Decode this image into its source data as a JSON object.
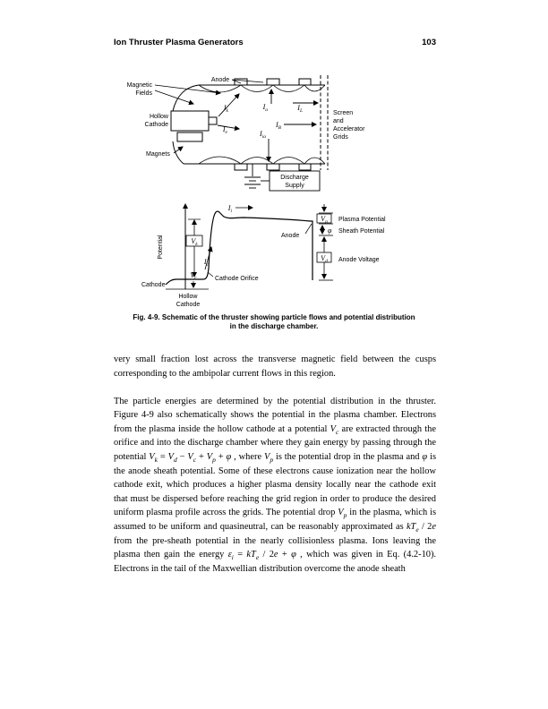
{
  "page": {
    "header": {
      "title": "Ion Thruster Plasma Generators",
      "page_number": "103"
    }
  },
  "figure": {
    "schematic": {
      "magnetic_fields": {
        "line1": "Magnetic",
        "line2": "Fields"
      },
      "anode": "Anode",
      "hollow_cathode": {
        "line1": "Hollow",
        "line2": "Cathode"
      },
      "magnets": "Magnets",
      "grids": {
        "line1": "Screen",
        "line2": "and",
        "line3": "Accelerator",
        "line4": "Grids"
      },
      "discharge_supply": {
        "line1": "Discharge",
        "line2": "Supply"
      },
      "currents": {
        "Ik": {
          "b": "I",
          "s": "k"
        },
        "Ia": {
          "b": "I",
          "s": "a"
        },
        "IL": {
          "b": "I",
          "s": "L"
        },
        "Ie": {
          "b": "I",
          "s": "e"
        },
        "Iia": {
          "b": "I",
          "s": "ia"
        },
        "IB": {
          "b": "I",
          "s": "B"
        }
      }
    },
    "plot": {
      "axis_label": "Potential",
      "cathode": "Cathode",
      "hollow_cathode": {
        "line1": "Hollow",
        "line2": "Cathode"
      },
      "cathode_orifice": "Cathode Orifice",
      "anode": "Anode",
      "Vk": {
        "b": "V",
        "s": "k"
      },
      "Vc": {
        "b": "V",
        "s": "c"
      },
      "Ic": {
        "b": "I",
        "s": "c"
      },
      "Ii": {
        "b": "I",
        "s": "i"
      },
      "Vp": {
        "b": "V",
        "s": "p"
      },
      "phi": "φ",
      "Vd": {
        "b": "V",
        "s": "d"
      },
      "plasma_potential": "Plasma Potential",
      "sheath_potential": "Sheath Potential",
      "anode_voltage": "Anode Voltage"
    },
    "caption": {
      "line1": "Fig. 4-9. Schematic of the thruster showing particle flows and potential distribution",
      "line2": "in the discharge chamber."
    }
  },
  "body": {
    "para1": "very small fraction lost across the transverse magnetic field between the cusps corresponding to the ambipolar current flows in this region.",
    "para2": [
      {
        "t": "The particle energies are determined by the potential distribution in the thruster. Figure 4-9 also schematically shows the potential in the plasma chamber. Electrons from the plasma inside the hollow cathode at a potential "
      },
      {
        "i": "V",
        "s": "c"
      },
      {
        "t": " are extracted through the orifice and into the discharge chamber where they gain energy by passing through the potential "
      },
      {
        "i": "V",
        "s": "k"
      },
      {
        "t": " = "
      },
      {
        "i": "V",
        "s": "d"
      },
      {
        "t": " − "
      },
      {
        "i": "V",
        "s": "c"
      },
      {
        "t": " + "
      },
      {
        "i": "V",
        "s": "p"
      },
      {
        "t": " + "
      },
      {
        "i": "φ"
      },
      {
        "t": " , where "
      },
      {
        "i": "V",
        "s": "p"
      },
      {
        "t": " is the potential drop in the plasma and "
      },
      {
        "i": "φ"
      },
      {
        "t": " is the anode sheath potential. Some of these electrons cause ionization near the hollow cathode exit, which produces a higher plasma density locally near the cathode exit that must be dispersed before reaching the grid region in order to produce the desired uniform plasma profile across the grids. The potential drop "
      },
      {
        "i": "V",
        "s": "p"
      },
      {
        "t": " in the plasma, which is assumed to be uniform and quasineutral, can be reasonably approximated as "
      },
      {
        "i": "kT",
        "s": "e"
      },
      {
        "t": " / 2"
      },
      {
        "i": "e"
      },
      {
        "t": " from the pre-sheath potential in the nearly collisionless plasma. Ions leaving the plasma then gain the energy "
      },
      {
        "i": "ε",
        "s": "i"
      },
      {
        "t": " = "
      },
      {
        "i": "kT",
        "s": "e"
      },
      {
        "t": " / 2"
      },
      {
        "i": "e"
      },
      {
        "t": " + "
      },
      {
        "i": "φ"
      },
      {
        "t": " , which was given in Eq. (4.2-10). Electrons in the tail of the Maxwellian distribution overcome the anode sheath"
      }
    ]
  }
}
